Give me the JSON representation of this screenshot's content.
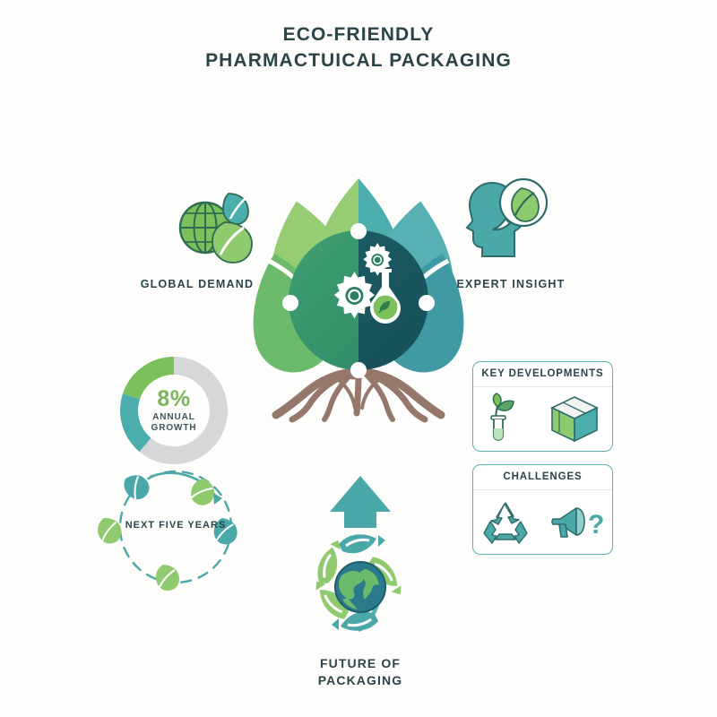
{
  "title": {
    "line1": "ECO-FRIENDLY",
    "line2": "PHARMACTUICAL PACKAGING"
  },
  "sections": {
    "global_demand": {
      "label": "GLOBAL DEMAND",
      "icon": "globe-leaf-icon"
    },
    "expert_insight": {
      "label": "EXPERT INSIGHT",
      "icon": "head-thought-leaf-icon"
    },
    "future_packaging": {
      "label_line1": "FUTURE OF",
      "label_line2": "PACKAGING",
      "icon": "globe-recycle-arrow-icon"
    }
  },
  "growth_donut": {
    "percent_label": "8%",
    "sub_line1": "ANNUAL",
    "sub_line2": "GROWTH"
  },
  "cycle": {
    "label": "NEXT FIVE YEARS",
    "leaf_count": 5
  },
  "panels": [
    {
      "id": "key-developments",
      "title": "KEY DEVELOPMENTS",
      "icons": [
        "test-tube-plant-icon",
        "package-box-icon"
      ]
    },
    {
      "id": "challenges",
      "title": "CHALLENGES",
      "icons": [
        "recycle-icon",
        "megaphone-question-icon"
      ]
    }
  ],
  "emblem": {
    "center_icons": [
      "gears-icon",
      "flask-leaf-icon"
    ],
    "petal_count": 7
  },
  "colors": {
    "background": "#fdfdfb",
    "ink": "#2b4449",
    "green": "#7cc05c",
    "green_light": "#96cd74",
    "green_mid": "#5aa867",
    "teal": "#4badac",
    "teal_dark": "#39929a",
    "teal_deep": "#1f5f66",
    "brown": "#95786b",
    "grey": "#d5d7d8"
  },
  "chart_data": {
    "type": "pie",
    "title": "Annual Growth",
    "categories": [
      "Growth (green)",
      "Growth (teal)",
      "Remaining"
    ],
    "values": [
      20,
      19,
      61
    ],
    "center_label": "8%",
    "center_sublabel": "ANNUAL GROWTH",
    "colors": [
      "#7cc05c",
      "#4badac",
      "#d5d7d8"
    ],
    "legend": "none",
    "grid": false
  }
}
